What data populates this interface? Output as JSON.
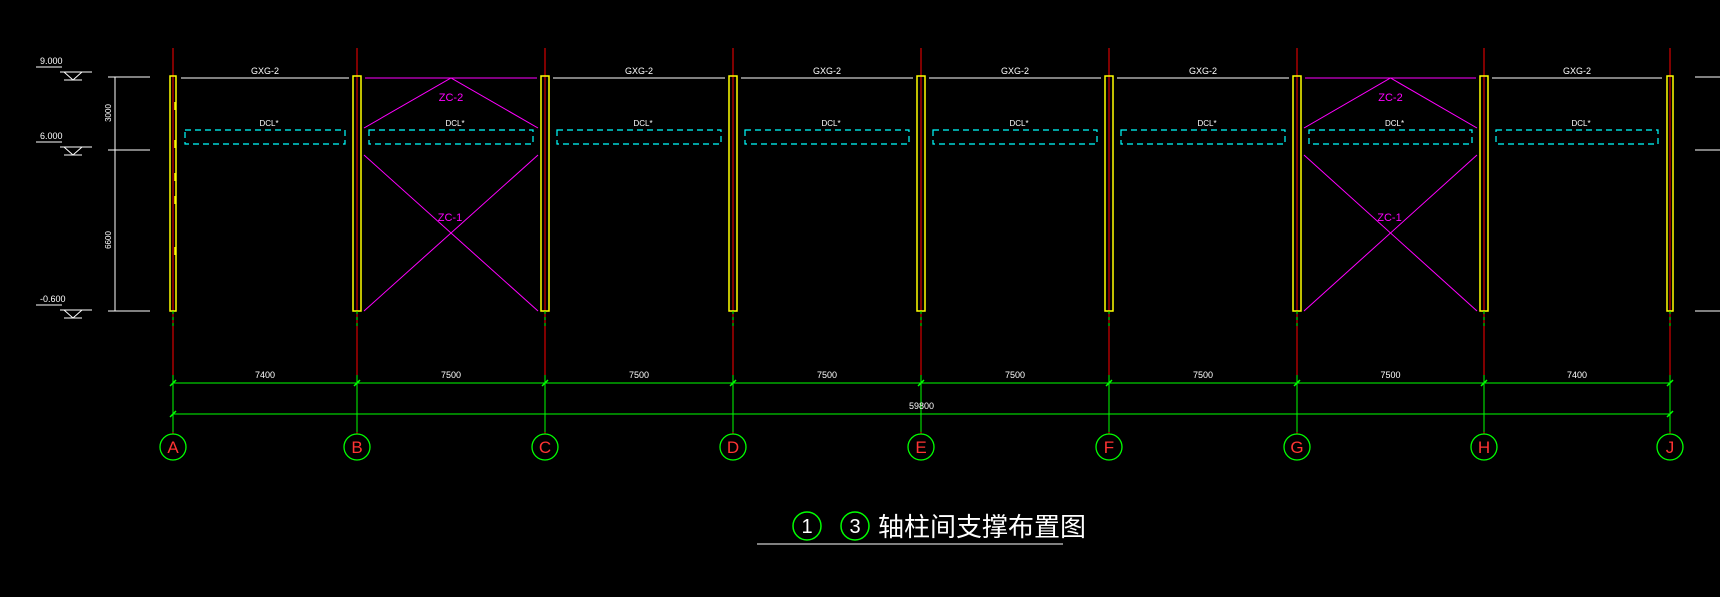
{
  "levels": [
    {
      "label": "9.000"
    },
    {
      "label": "6.000"
    },
    {
      "label": "-0.600"
    }
  ],
  "vertical_dims": [
    "3000",
    "6600"
  ],
  "axes": [
    "A",
    "B",
    "C",
    "D",
    "E",
    "F",
    "G",
    "H",
    "J"
  ],
  "bay_dims": [
    "7400",
    "7500",
    "7500",
    "7500",
    "7500",
    "7500",
    "7500",
    "7400"
  ],
  "total_dim": "59800",
  "top_labels": [
    "GXG-2",
    "",
    "GXG-2",
    "GXG-2",
    "GXG-2",
    "GXG-2",
    "",
    "GXG-2"
  ],
  "dcl_labels": [
    "DCL*",
    "DCL*",
    "DCL*",
    "DCL*",
    "DCL*",
    "DCL*",
    "DCL*",
    "DCL*"
  ],
  "braced_bays": [
    {
      "bay": 1,
      "upper": "ZC-2",
      "lower": "ZC-1"
    },
    {
      "bay": 6,
      "upper": "ZC-2",
      "lower": "ZC-1"
    }
  ],
  "title": {
    "circle_1": "1",
    "circle_2": "3",
    "text": "轴柱间支撑布置图"
  },
  "colors": {
    "background": "#000000",
    "column": "#ffff00",
    "axis_line": "#ff0000",
    "dimension": "#00ff00",
    "axis_letter": "#ff3333",
    "bracing": "#ff00ff",
    "beam_dashed": "#00ffff",
    "annotation": "#ffffff"
  }
}
